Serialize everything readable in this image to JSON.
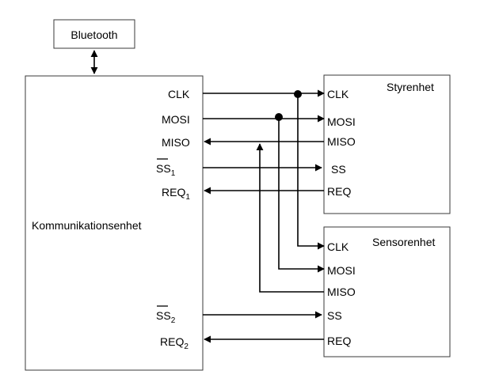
{
  "blocks": {
    "bluetooth": "Bluetooth",
    "comm": "Kommunikationsenhet",
    "styr": "Styrenhet",
    "sensor": "Sensorenhet"
  },
  "comm_pins": {
    "clk": "CLK",
    "mosi": "MOSI",
    "miso": "MISO",
    "ss1_base": "SS",
    "ss1_sub": "1",
    "req1_base": "REQ",
    "req1_sub": "1",
    "ss2_base": "SS",
    "ss2_sub": "2",
    "req2_base": "REQ",
    "req2_sub": "2"
  },
  "styr_pins": {
    "clk": "CLK",
    "mosi": "MOSI",
    "miso": "MISO",
    "ss": "SS",
    "req": "REQ"
  },
  "sensor_pins": {
    "clk": "CLK",
    "mosi": "MOSI",
    "miso": "MISO",
    "ss": "SS",
    "req": "REQ"
  },
  "colors": {
    "line": "#000000",
    "border": "#3a3a3a",
    "background": "#ffffff"
  }
}
